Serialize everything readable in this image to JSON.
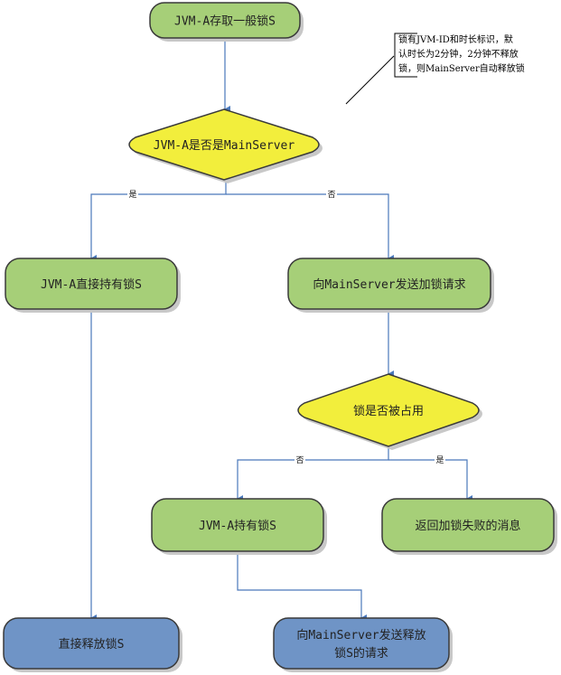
{
  "colors": {
    "process_fill": "#a6cf78",
    "decision_fill": "#f2ee3c",
    "end_fill": "#6f94c6",
    "stroke": "#3a3a3a",
    "shadow": "#c8c8c8",
    "connector": "#4a78bb"
  },
  "nodes": [
    {
      "id": "start",
      "type": "process",
      "lines": [
        "JVM-A存取一般锁S"
      ]
    },
    {
      "id": "is_main",
      "type": "decision",
      "lines": [
        "JVM-A是否是MainServer"
      ]
    },
    {
      "id": "hold_direct",
      "type": "process",
      "lines": [
        "JVM-A直接持有锁S"
      ]
    },
    {
      "id": "send_lock_req",
      "type": "process",
      "lines": [
        "向MainServer发送加锁请求"
      ]
    },
    {
      "id": "is_occupied",
      "type": "decision",
      "lines": [
        "锁是否被占用"
      ]
    },
    {
      "id": "hold",
      "type": "process",
      "lines": [
        "JVM-A持有锁S"
      ]
    },
    {
      "id": "return_fail",
      "type": "process",
      "lines": [
        "返回加锁失败的消息"
      ]
    },
    {
      "id": "release_direct",
      "type": "end",
      "lines": [
        "直接释放锁S"
      ]
    },
    {
      "id": "send_release_req",
      "type": "end",
      "lines": [
        "向MainServer发送释放",
        "锁S的请求"
      ]
    }
  ],
  "edges": [
    {
      "from": "start",
      "to": "is_main",
      "label": ""
    },
    {
      "from": "is_main",
      "to": "hold_direct",
      "label": "是"
    },
    {
      "from": "is_main",
      "to": "send_lock_req",
      "label": "否"
    },
    {
      "from": "send_lock_req",
      "to": "is_occupied",
      "label": ""
    },
    {
      "from": "is_occupied",
      "to": "hold",
      "label": "否"
    },
    {
      "from": "is_occupied",
      "to": "return_fail",
      "label": "是"
    },
    {
      "from": "hold_direct",
      "to": "release_direct",
      "label": ""
    },
    {
      "from": "hold",
      "to": "send_release_req",
      "label": ""
    }
  ],
  "note": {
    "lines": [
      "锁有JVM-ID和时长标识，默",
      "认时长为2分钟，2分钟不释放",
      "锁，则MainServer自动释放锁"
    ]
  }
}
